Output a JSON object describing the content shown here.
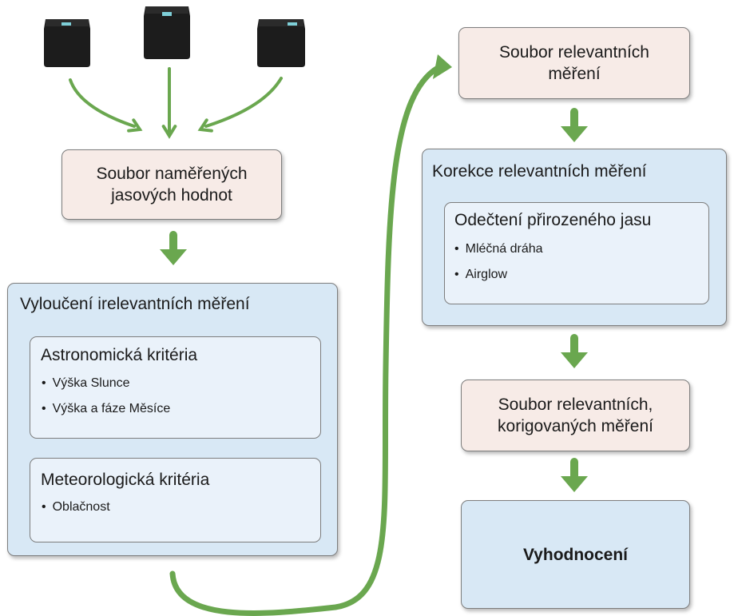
{
  "colors": {
    "arrow": "#6aa74f",
    "box_pink": "#f7ebe7",
    "box_blue": "#d8e8f5",
    "inner_blue": "#eaf2fa",
    "device": "#1c1c1c",
    "device_led": "#7ecfd8"
  },
  "devices": [
    "device-icon",
    "device-icon",
    "device-icon"
  ],
  "boxes": {
    "measured": {
      "line1": "Soubor naměřených",
      "line2": "jasových hodnot"
    },
    "exclusion": {
      "title": "Vyloučení irelevantních měření",
      "astro": {
        "title": "Astronomická kritéria",
        "items": [
          "Výška Slunce",
          "Výška a fáze Měsíce"
        ]
      },
      "meteo": {
        "title": "Meteorologická kritéria",
        "items": [
          "Oblačnost"
        ]
      }
    },
    "relevant": {
      "line1": "Soubor relevantních",
      "line2": "měření"
    },
    "correction": {
      "title": "Korekce relevantních měření",
      "natural": {
        "title": "Odečtení přirozeného jasu",
        "items": [
          "Mléčná dráha",
          "Airglow"
        ]
      }
    },
    "corrected": {
      "line1": "Soubor relevantních,",
      "line2": "korigovaných měření"
    },
    "evaluation": {
      "label": "Vyhodnocení"
    }
  }
}
